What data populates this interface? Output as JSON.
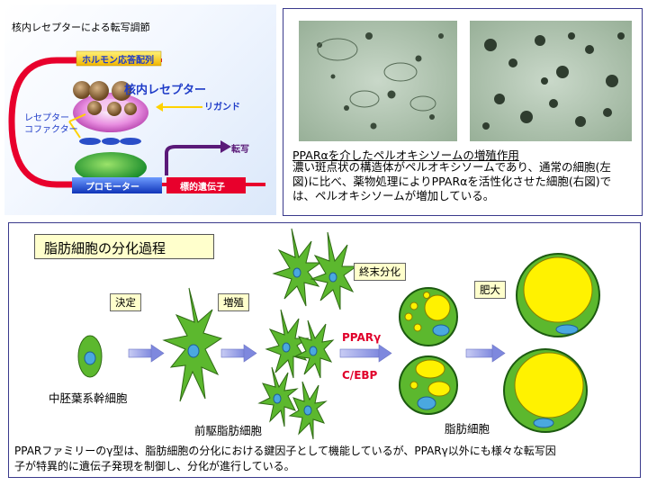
{
  "receptor": {
    "title": "核内レセプターによる転写調節",
    "hormone_element": "ホルモン応答配列",
    "nuclear_receptor": "核内レセプター",
    "ligand": "リガンド",
    "coactivator": "レセプター\nコファクター",
    "transcription": "転写",
    "promoter": "プロモーター",
    "target_gene": "標的遺伝子",
    "colors": {
      "yellow_bar": "#ffd200",
      "red_line": "#e8002c",
      "blue_bar": "#1f4fd6",
      "purple": "#5a1a78"
    }
  },
  "micro": {
    "caption_title": "PPARαを介したペルオキシソームの増殖作用",
    "caption_lines": [
      "濃い斑点状の構造体がペルオキシソームであり、通常の細胞(左",
      "図)に比べ、薬物処理によりPPARαを活性化させた細胞(右図)で",
      "は、ペルオキシソームが増加している。"
    ]
  },
  "diff": {
    "title": "脂肪細胞の分化過程",
    "stage_determination": "決定",
    "stage_proliferation": "増殖",
    "stage_terminal": "終末分化",
    "stage_hypertrophy": "肥大",
    "mesenchymal_stem_cell": "中胚葉系幹細胞",
    "preadipocyte": "前駆脂肪細胞",
    "adipocyte": "脂肪細胞",
    "pparg": "PPARγ",
    "cebp": "C/EBP",
    "footer_lines": [
      "PPARファミリーのγ型は、脂肪細胞の分化における鍵因子として機能しているが、PPARγ以外にも様々な転写因",
      "子が特異的に遺伝子発現を制御し、分化が進行している。"
    ],
    "colors": {
      "cell_green": "#5cb82e",
      "fat_yellow": "#fff200",
      "nucleus_blue": "#4aa8e0",
      "arrow_blue": "#9aa4e8"
    }
  }
}
